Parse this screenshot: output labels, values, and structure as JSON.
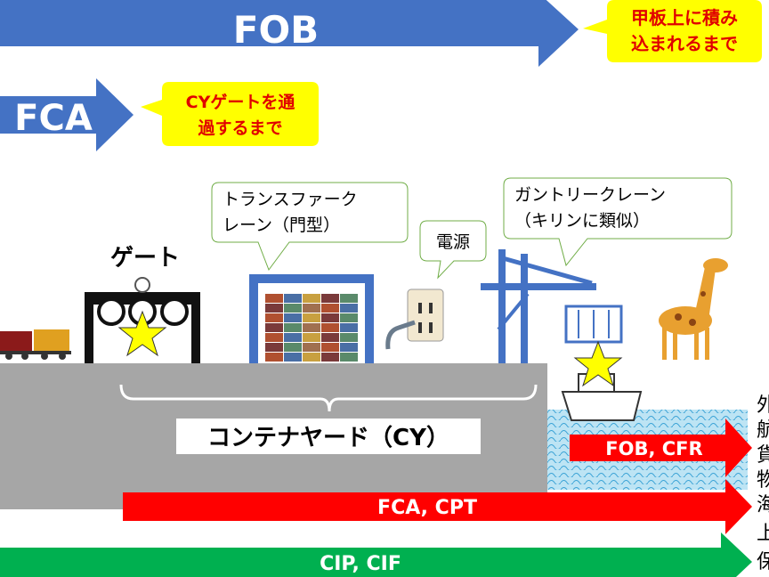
{
  "arrows": {
    "fob": "FOB",
    "fca": "FCA",
    "fob_cfr": "FOB, CFR",
    "fca_cpt": "FCA, CPT",
    "cip_cif": "CIP, CIF"
  },
  "callouts": {
    "fob_line1": "甲板上に積み",
    "fob_line2": "込まれるまで",
    "fca_line1": "CYゲートを通",
    "fca_line2": "過するまで",
    "transfer_line1": "トランスファーク",
    "transfer_line2": "レーン（門型）",
    "power": "電源",
    "gantry_line1": "ガントリークレーン",
    "gantry_line2": "（キリンに類似）"
  },
  "labels": {
    "gate": "ゲート",
    "container_yard": "コンテナヤード（CY）",
    "side_text": [
      "外",
      "航",
      "貨",
      "物",
      "海",
      "上",
      "保"
    ]
  },
  "colors": {
    "blue": "#4472C4",
    "yellow": "#FFFF00",
    "callout_text": "#E00000",
    "red": "#FF0000",
    "green": "#00B050",
    "ground": "#A6A6A6",
    "water": "#BDE4F4"
  }
}
